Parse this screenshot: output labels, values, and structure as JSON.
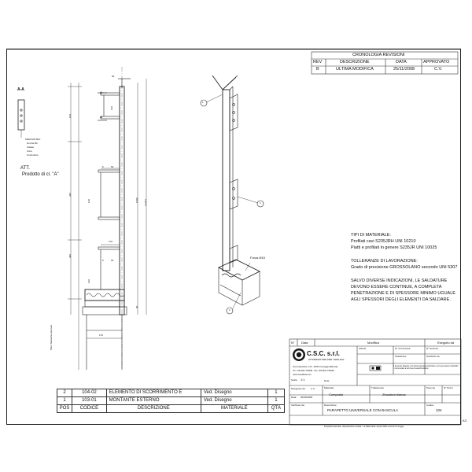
{
  "revisions": {
    "title": "CRONOLOGIA REVISIONI",
    "headers": [
      "REV",
      "DESCRIZIONE",
      "DATA",
      "APPROVATO"
    ],
    "rows": [
      [
        "B",
        "ULTIMA MODIFICA",
        "25/11/2008",
        "C.V."
      ]
    ]
  },
  "section_view": {
    "label": "A-A",
    "marking_note": [
      "MARCATURA:",
      "Norma Rif.",
      "Classe",
      "Anno",
      "Costruttore"
    ],
    "att_label": "ATT.",
    "att_note": "Prodotto di cl. \"A\"",
    "side_note": "Pillo / Massima apertura"
  },
  "elevation": {
    "section_marks": [
      "A",
      "A"
    ],
    "dimensions": [
      "65",
      "183",
      "120",
      "425",
      "6",
      "62",
      "120",
      "1090",
      "1134,5",
      "170",
      "6",
      "120",
      "400",
      "62",
      "60",
      "176"
    ],
    "force_label": "Forza Ø15",
    "balloons": [
      "1",
      "1",
      "2"
    ]
  },
  "materials_note": {
    "title": "TIPI DI MATERIALE:",
    "lines": [
      "Profilati cavi S235JRH UNI 10210",
      "Piatti e profilati in genere S235JR UNI 10025"
    ],
    "tolerance_title": "TOLLERANZE DI LAVORAZIONE:",
    "tolerance_line": "Grado di precisione GROSSOLANO secondo UNI 5307",
    "welding_lines": [
      "SALVO DIVERSE INDICAZIONI, LE SALDATURE",
      "DEVONO ESSERE CONTINUE, A COMPLETA",
      "PENETRAZIONE E DI SPESSORE MINIMO UGUALE",
      "AGLI SPESSORI DEGLI ELEMENTI DA SALDARE."
    ]
  },
  "title_block": {
    "mod_headers": [
      "N°",
      "Data",
      "Modifica",
      "Eseguito da"
    ],
    "company": "C.S.C. s.r.l.",
    "company_sub": "ATTREZZATURE PER L'EDILIZIA",
    "address_lines": [
      "Via Costituzione, 110 - 42015 Correggio (RE) Italy",
      "Tel. +39 0522 733038 - Fax +39 0522 733039",
      "www.cscedilizia.com"
    ],
    "cliente_label": "Cliente",
    "commessa_label": "N° Commessa",
    "sezione_label": "N° Sezione",
    "sostituisce_label": "Sostituisce",
    "sostituito_label": "Sostituito da",
    "notice": "Il presente disegno è di nostra esclusiva proprietà e non può essere riprodotto o comunicato a terzi senza autorizzazione",
    "disegnato_label": "Disegnato da:",
    "disegnato_value": "C.V.",
    "scala_label": "Scala",
    "scala_value": "1:1",
    "data_label": "Data:",
    "data_value": "30/05/2008",
    "verificato_label": "Verificato da:",
    "note_label": "Note:",
    "materiale_label": "Materiale",
    "materiale_value": "Composto",
    "trattamento_label": "Trattamento",
    "trattamento_value": "Zincatura bianca",
    "peso_label": "Peso kg",
    "pezzi_label": "N° Pezzi",
    "descrizione_label": "Descrizione",
    "descrizione_value": "PARAPETTO UNIVERSALE CON BASCULA",
    "codice_label": "Codice",
    "codice_value": "104",
    "format": "A3"
  },
  "parts_list": {
    "headers": [
      "POS",
      "CODICE",
      "DESCRIZIONE",
      "MATERIALE",
      "QTÀ"
    ],
    "rows": [
      [
        "2",
        "104-02",
        "ELEMENTO DI SCORRIMENTO E",
        "Ved. Disegno",
        "1"
      ],
      [
        "1",
        "103-01",
        "MONTANTE ESTERNO",
        "Ved. Disegno",
        "1"
      ]
    ]
  },
  "footer": "Proprietà riservata - Riproduzione vietata - La ditta tutela i propri diritti a termini di Legge"
}
